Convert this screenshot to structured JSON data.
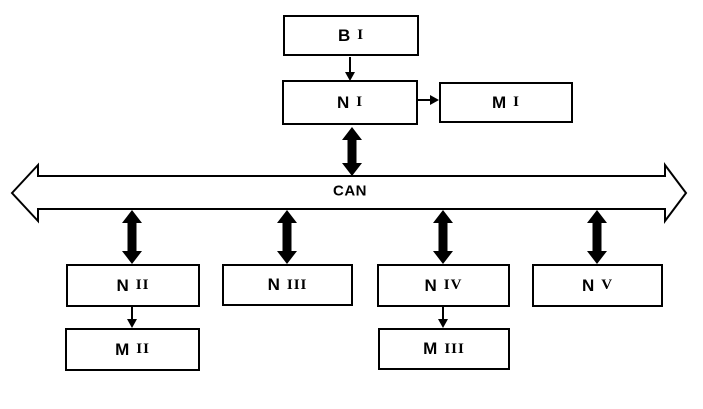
{
  "colors": {
    "foreground": "#000000",
    "background": "#ffffff"
  },
  "bus": {
    "label": "CAN"
  },
  "nodes": {
    "b1": {
      "label": "B I",
      "letter": "B",
      "numeral": "I"
    },
    "n1": {
      "label": "N I",
      "letter": "N",
      "numeral": "I"
    },
    "m1": {
      "label": "M I",
      "letter": "M",
      "numeral": "I"
    },
    "n2": {
      "label": "N II",
      "letter": "N",
      "numeral": "II"
    },
    "n3": {
      "label": "N III",
      "letter": "N",
      "numeral": "III"
    },
    "n4": {
      "label": "N IV",
      "letter": "N",
      "numeral": "IV"
    },
    "n5": {
      "label": "N V",
      "letter": "N",
      "numeral": "V"
    },
    "m2": {
      "label": "M II",
      "letter": "M",
      "numeral": "II"
    },
    "m3": {
      "label": "M III",
      "letter": "M",
      "numeral": "III"
    }
  },
  "edges": [
    {
      "from": "B I",
      "to": "N I",
      "style": "thin",
      "direction": "one-way"
    },
    {
      "from": "N I",
      "to": "M I",
      "style": "thin",
      "direction": "one-way"
    },
    {
      "from": "N I",
      "to": "CAN",
      "style": "thick",
      "direction": "two-way"
    },
    {
      "from": "CAN",
      "to": "N II",
      "style": "thick",
      "direction": "two-way"
    },
    {
      "from": "CAN",
      "to": "N III",
      "style": "thick",
      "direction": "two-way"
    },
    {
      "from": "CAN",
      "to": "N IV",
      "style": "thick",
      "direction": "two-way"
    },
    {
      "from": "CAN",
      "to": "N V",
      "style": "thick",
      "direction": "two-way"
    },
    {
      "from": "N II",
      "to": "M II",
      "style": "thin",
      "direction": "one-way"
    },
    {
      "from": "N IV",
      "to": "M III",
      "style": "thin",
      "direction": "one-way"
    }
  ]
}
